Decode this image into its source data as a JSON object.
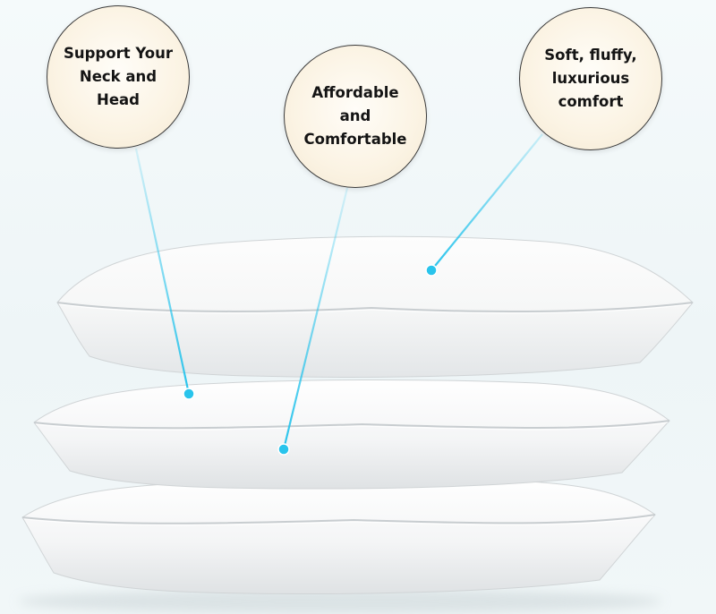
{
  "callouts": {
    "support": {
      "text": "Support Your\nNeck and\nHead"
    },
    "affordable": {
      "text": "Affordable\nand\nComfortable"
    },
    "soft": {
      "text": "Soft, fluffy,\nluxurious\ncomfort"
    }
  },
  "colors": {
    "accent": "#29c4ec",
    "bubble_fill": "#fbf3e3",
    "bubble_border": "#3a3a3a",
    "pillow": "#ffffff",
    "background": "#f2f8f9"
  }
}
